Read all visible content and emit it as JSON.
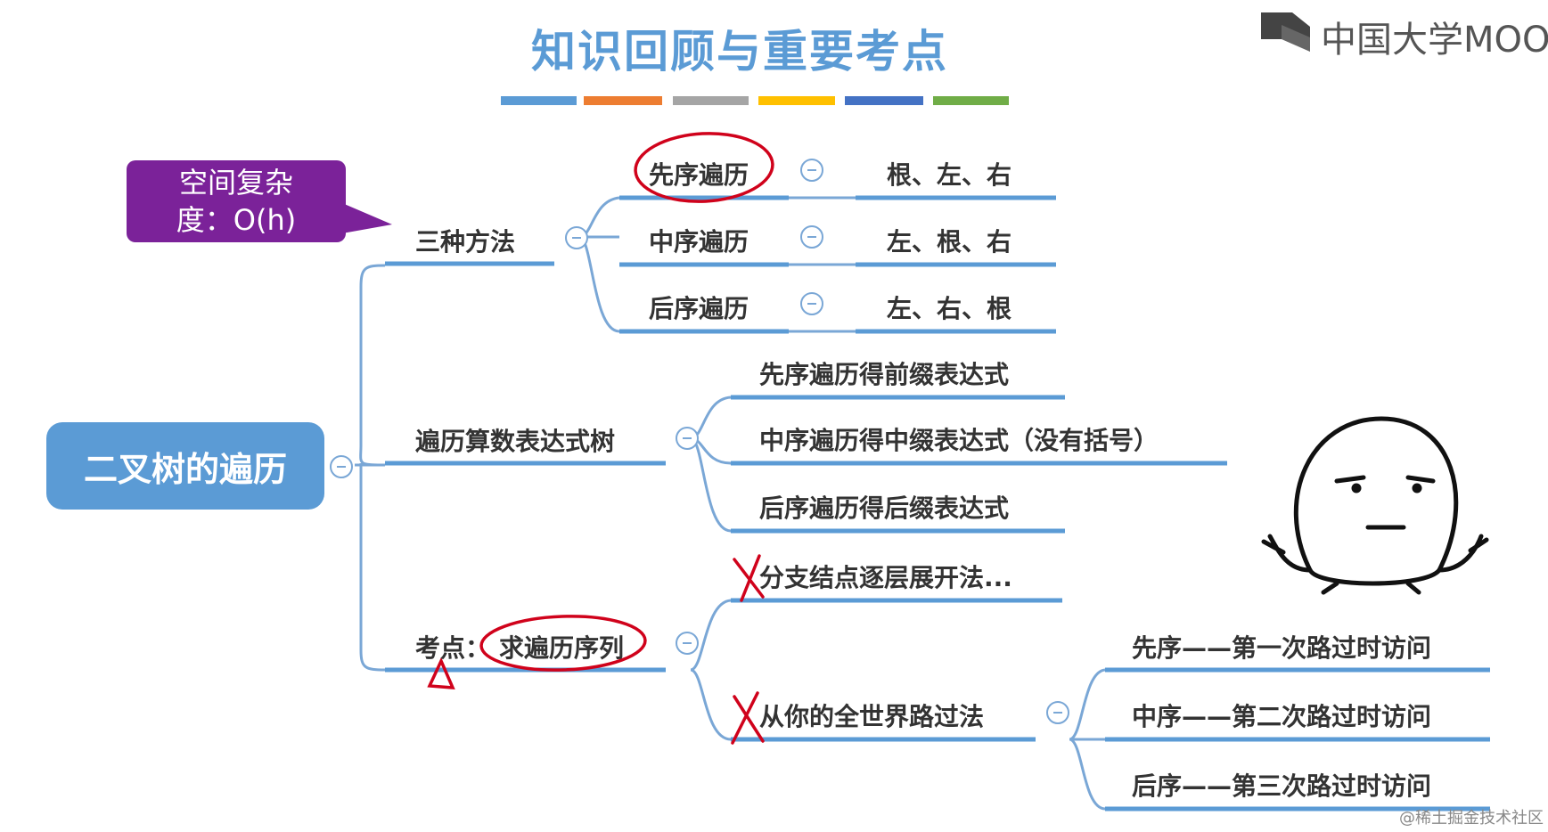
{
  "title": "知识回顾与重要考点",
  "logo": {
    "text": "中国大学MOOC"
  },
  "color_bars": [
    "#5b9bd5",
    "#ed7d31",
    "#a5a5a5",
    "#ffc000",
    "#4472c4",
    "#70ad47"
  ],
  "root": {
    "label": "二叉树的遍历"
  },
  "note": {
    "line1": "空间复杂",
    "line2": "度：O(h)"
  },
  "branch_methods": {
    "label": "三种方法",
    "children": [
      {
        "label": "先序遍历",
        "order": "根、左、右"
      },
      {
        "label": "中序遍历",
        "order": "左、根、右"
      },
      {
        "label": "后序遍历",
        "order": "左、右、根"
      }
    ]
  },
  "branch_expr": {
    "label": "遍历算数表达式树",
    "children": [
      "先序遍历得前缀表达式",
      "中序遍历得中缀表达式（没有括号）",
      "后序遍历得后缀表达式"
    ]
  },
  "branch_exam": {
    "label_prefix": "考点：",
    "label_highlight": "求遍历序列",
    "children": [
      {
        "label": "分支结点逐层展开法..."
      },
      {
        "label": "从你的全世界路过法",
        "children": [
          "先序——第一次路过时访问",
          "中序——第二次路过时访问",
          "后序——第三次路过时访问"
        ]
      }
    ]
  },
  "watermark": "@稀土掘金技术社区",
  "colors": {
    "line": "#7aa7d6",
    "underline": "#5b9bd5",
    "ink": "#d0021b",
    "root": "#5b9bd5",
    "note": "#7b2299"
  }
}
